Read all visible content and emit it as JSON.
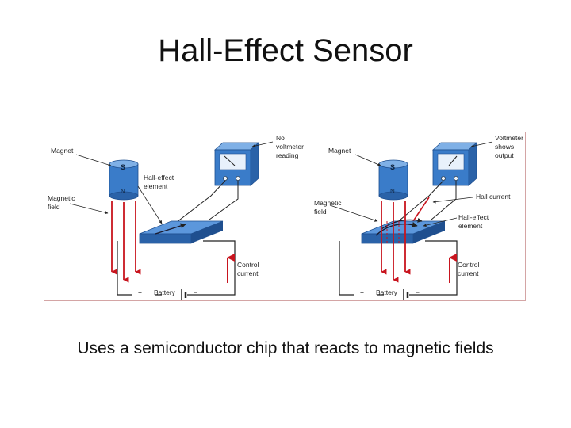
{
  "slide": {
    "title": "Hall-Effect Sensor",
    "caption": "Uses a semiconductor chip that reacts to magnetic fields"
  },
  "diagram": {
    "left": {
      "magnet": "Magnet",
      "no_voltmeter_line1": "No",
      "no_voltmeter_line2": "voltmeter",
      "no_voltmeter_line3": "reading",
      "hall_element_line1": "Hall-effect",
      "hall_element_line2": "element",
      "magnetic_field_line1": "Magnetic",
      "magnetic_field_line2": "field",
      "control_current_line1": "Control",
      "control_current_line2": "current",
      "battery": "Battery",
      "pole_n": "N",
      "pole_s": "S",
      "plus": "+",
      "minus": "−"
    },
    "right": {
      "magnet": "Magnet",
      "voltmeter_line1": "Voltmeter",
      "voltmeter_line2": "shows",
      "voltmeter_line3": "output",
      "hall_current": "Hall current",
      "magnetic_field_line1": "Magnetic",
      "magnetic_field_line2": "field",
      "hall_element_line1": "Hall-effect",
      "hall_element_line2": "element",
      "control_current_line1": "Control",
      "control_current_line2": "current",
      "battery": "Battery",
      "pole_n": "N",
      "pole_s": "S",
      "plus": "+",
      "minus": "−"
    },
    "colors": {
      "device_blue": "#3a7cc9",
      "device_dark": "#1f4f8f",
      "field_red": "#c8141e",
      "wire": "#222222",
      "frame": "#d4a5a5"
    }
  }
}
